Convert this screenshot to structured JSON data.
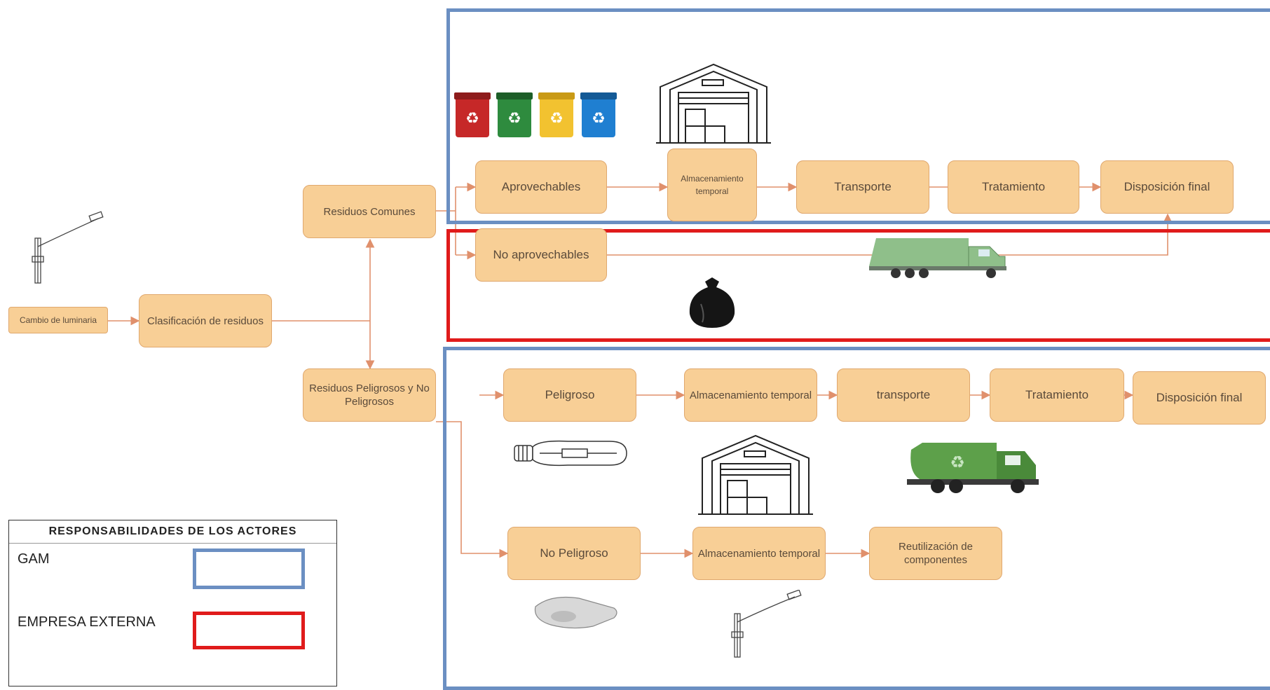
{
  "nodes": {
    "cambio": "Cambio de luminaria",
    "clasificacion": "Clasificación de residuos",
    "residuos_comunes": "Residuos Comunes",
    "residuos_peligrosos": "Residuos Peligrosos y No Peligrosos",
    "aprovechables": "Aprovechables",
    "almacen_1": "Almacenamiento temporal",
    "transporte_1": "Transporte",
    "tratamiento_1": "Tratamiento",
    "disposicion_1": "Disposición final",
    "no_aprovechables": "No aprovechables",
    "peligroso": "Peligroso",
    "almacen_2": "Almacenamiento temporal",
    "transporte_2": "transporte",
    "tratamiento_2": "Tratamiento",
    "disposicion_2": "Disposición final",
    "no_peligroso": "No Peligroso",
    "almacen_3": "Almacenamiento temporal",
    "reutilizacion": "Reutilización de componentes"
  },
  "legend": {
    "title": "RESPONSABILIDADES DE LOS ACTORES",
    "gam_label": "GAM",
    "externa_label": "EMPRESA EXTERNA"
  },
  "colors": {
    "gam": "#6b8fc2",
    "externa": "#e01b1b",
    "node_fill": "#f8cf96",
    "connector": "#e0906c"
  },
  "icons": [
    "street-lamp-icon",
    "recycle-bin-icon",
    "warehouse-icon",
    "garbage-truck-icon",
    "trash-bag-icon",
    "lamp-bulb-icon",
    "luminaire-head-icon"
  ]
}
